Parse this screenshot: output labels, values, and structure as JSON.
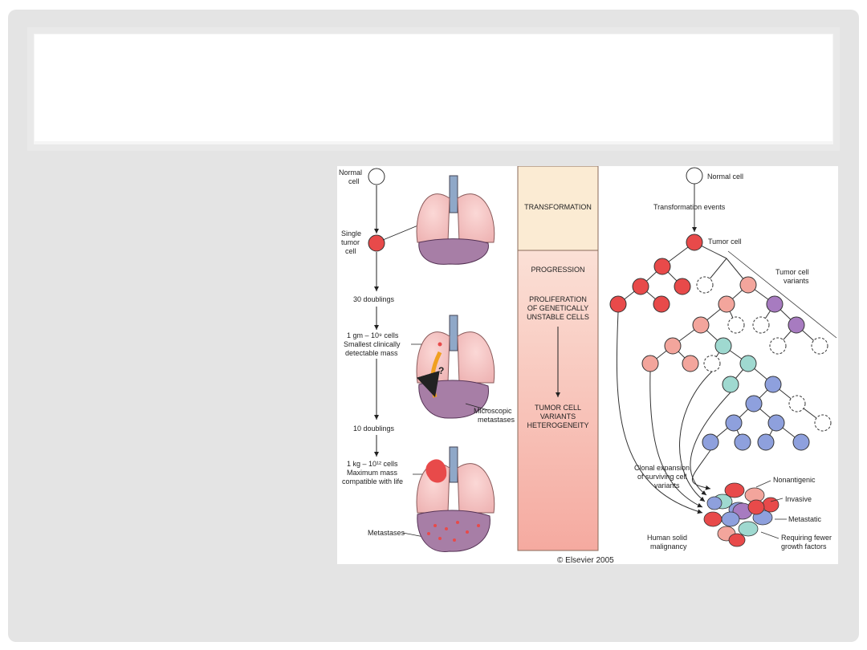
{
  "slide": {
    "title": ""
  },
  "left_flow": {
    "normal_cell": [
      "Normal",
      "cell"
    ],
    "single_tumor_cell": [
      "Single",
      "tumor",
      "cell"
    ],
    "doublings_30": "30 doublings",
    "mass_1gm": [
      "1 gm – 10⁹ cells",
      "Smallest clinically",
      "detectable mass"
    ],
    "doublings_10": "10 doublings",
    "mass_1kg": [
      "1 kg – 10¹² cells",
      "Maximum mass",
      "compatible with life"
    ],
    "microscopic_metastases": [
      "Microscopic",
      "metastases"
    ],
    "metastases": "Metastases",
    "question_mark": "?"
  },
  "center_column": {
    "transformation": "TRANSFORMATION",
    "progression": "PROGRESSION",
    "proliferation": [
      "PROLIFERATION",
      "OF GENETICALLY",
      "UNSTABLE CELLS"
    ],
    "variants": [
      "TUMOR CELL",
      "VARIANTS",
      "HETEROGENEITY"
    ]
  },
  "right_tree": {
    "normal_cell": "Normal cell",
    "transformation_events": "Transformation events",
    "tumor_cell": "Tumor cell",
    "tumor_cell_variants": [
      "Tumor cell",
      "variants"
    ],
    "clonal_expansion": [
      "Clonal expansion",
      "of surviving cell",
      "variants"
    ],
    "human_solid_malignancy": [
      "Human solid",
      "malignancy"
    ],
    "legend_nonantigenic": "Nonantigenic",
    "legend_invasive": "Invasive",
    "legend_metastatic": "Metastatic",
    "legend_requiring_fewer": [
      "Requiring fewer",
      "growth factors"
    ]
  },
  "colors": {
    "tumor_red": "#e84a4a",
    "variant_pink": "#f3a59c",
    "variant_purple": "#a77bc0",
    "variant_teal": "#9fd9d0",
    "variant_blue": "#8ea0dd",
    "lung_pink": "#f4c2c2",
    "liver_purple": "#a77ea6",
    "arrow_orange": "#f0a020"
  },
  "copyright": "© Elsevier 2005"
}
